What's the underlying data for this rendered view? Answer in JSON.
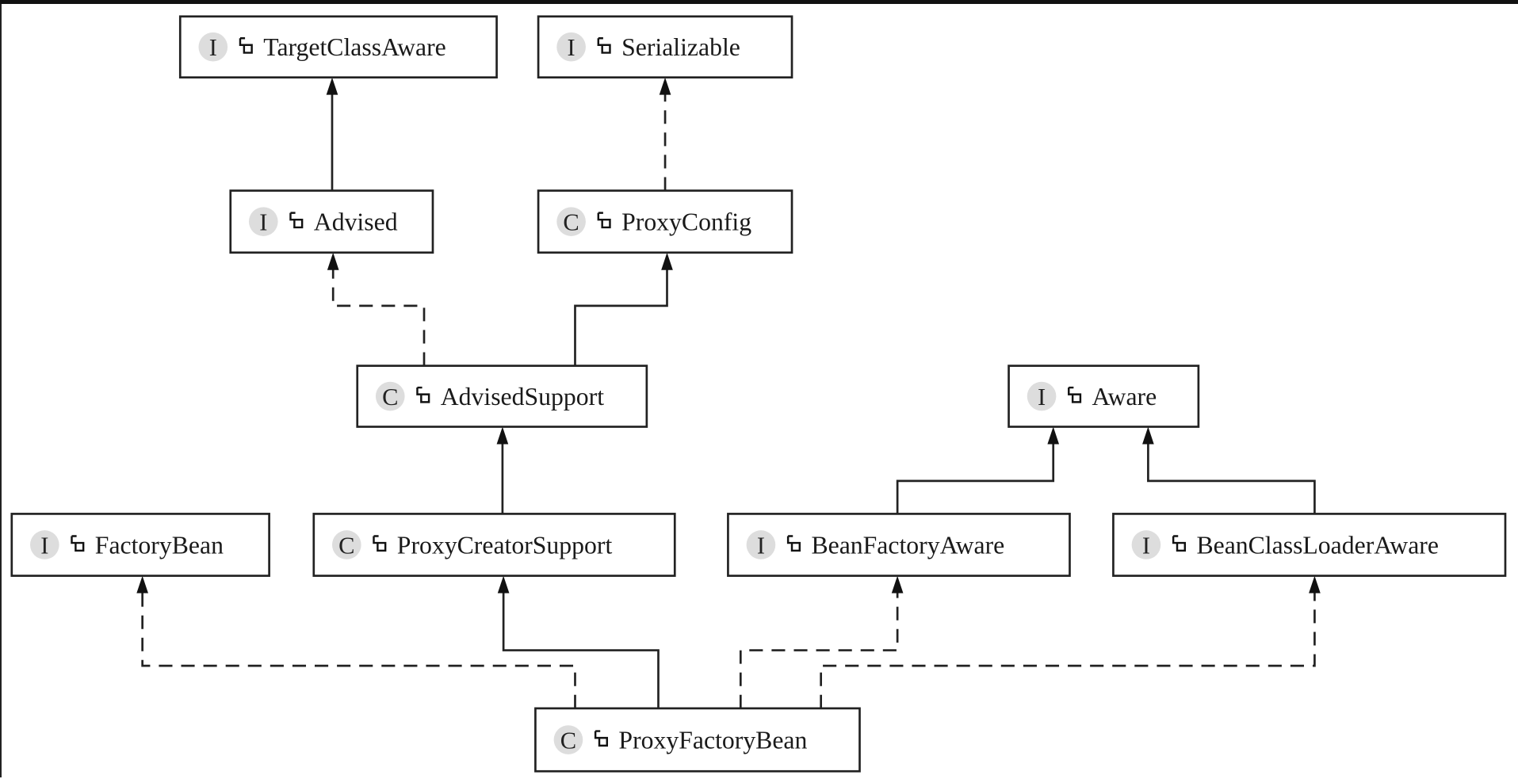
{
  "diagram": {
    "type": "uml-class-hierarchy",
    "nodes": [
      {
        "id": "TargetClassAware",
        "kind": "I"
      },
      {
        "id": "Serializable",
        "kind": "I"
      },
      {
        "id": "Advised",
        "kind": "I"
      },
      {
        "id": "ProxyConfig",
        "kind": "C"
      },
      {
        "id": "AdvisedSupport",
        "kind": "C"
      },
      {
        "id": "Aware",
        "kind": "I"
      },
      {
        "id": "FactoryBean",
        "kind": "I"
      },
      {
        "id": "ProxyCreatorSupport",
        "kind": "C"
      },
      {
        "id": "BeanFactoryAware",
        "kind": "I"
      },
      {
        "id": "BeanClassLoaderAware",
        "kind": "I"
      },
      {
        "id": "ProxyFactoryBean",
        "kind": "C"
      }
    ],
    "edges": [
      {
        "from": "Advised",
        "to": "TargetClassAware",
        "relation": "extends"
      },
      {
        "from": "ProxyConfig",
        "to": "Serializable",
        "relation": "implements"
      },
      {
        "from": "AdvisedSupport",
        "to": "Advised",
        "relation": "implements"
      },
      {
        "from": "AdvisedSupport",
        "to": "ProxyConfig",
        "relation": "extends"
      },
      {
        "from": "ProxyCreatorSupport",
        "to": "AdvisedSupport",
        "relation": "extends"
      },
      {
        "from": "BeanFactoryAware",
        "to": "Aware",
        "relation": "extends"
      },
      {
        "from": "BeanClassLoaderAware",
        "to": "Aware",
        "relation": "extends"
      },
      {
        "from": "ProxyFactoryBean",
        "to": "FactoryBean",
        "relation": "implements"
      },
      {
        "from": "ProxyFactoryBean",
        "to": "ProxyCreatorSupport",
        "relation": "extends"
      },
      {
        "from": "ProxyFactoryBean",
        "to": "BeanFactoryAware",
        "relation": "implements"
      },
      {
        "from": "ProxyFactoryBean",
        "to": "BeanClassLoaderAware",
        "relation": "implements"
      }
    ]
  }
}
